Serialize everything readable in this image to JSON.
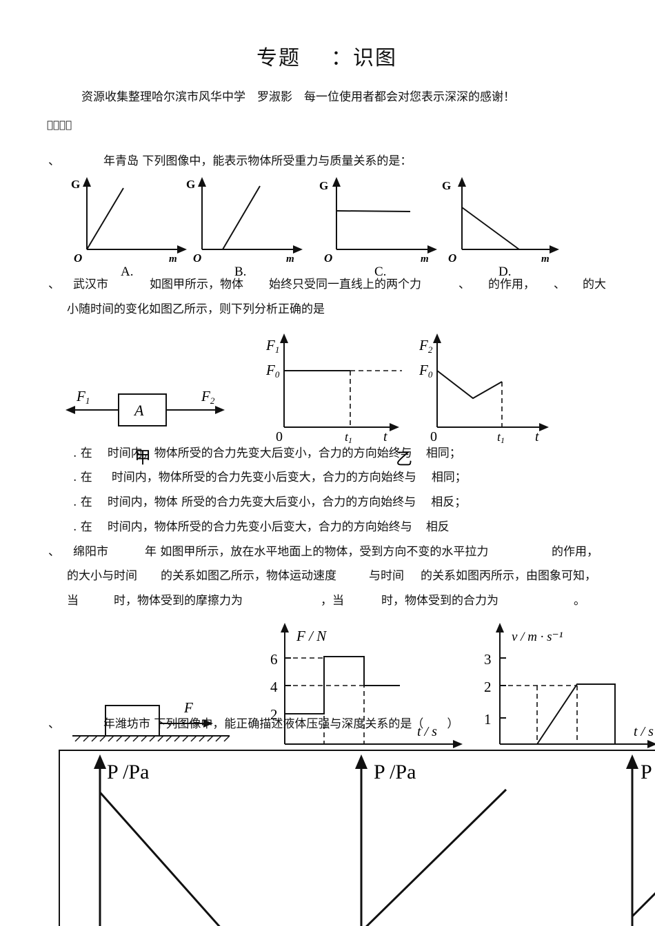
{
  "title": {
    "left": "专题",
    "right": "：识图"
  },
  "credit": "资源收集整理哈尔滨市风华中学　罗淑影　每一位使用者都会对您表示深深的感谢！",
  "section_mark": "􀀀􀀀􀀀􀀀",
  "q1": {
    "num": "、",
    "text": "年青岛  下列图像中，能表示物体所受重力与质量关系的是：",
    "graphs": [
      {
        "y": "G",
        "origin": "O",
        "x": "m",
        "option": "A."
      },
      {
        "y": "G",
        "origin": "O",
        "x": "m",
        "option": "B."
      },
      {
        "y": "G",
        "origin": "O",
        "x": "m",
        "option": "C."
      },
      {
        "y": "G",
        "origin": "O",
        "x": "m",
        "option": "D."
      }
    ]
  },
  "q2": {
    "num": "、",
    "line1": [
      {
        "t": "武汉市"
      },
      {
        "t": "如图甲所示，物体"
      },
      {
        "t": "始终只受同一直线上的两个力"
      },
      {
        "t": "、"
      },
      {
        "t": "的作用，"
      },
      {
        "t": "、"
      },
      {
        "t": "的大"
      }
    ],
    "line2": "小随时间的变化如图乙所示，则下列分析正确的是",
    "fig_jia": {
      "f1": "F",
      "f1sub": "1",
      "f2": "F",
      "f2sub": "2",
      "box": "A",
      "caption": "甲"
    },
    "fig_yi1": {
      "y": "F",
      "ysub": "1",
      "f0": "F",
      "f0sub": "0",
      "origin": "0",
      "t1": "t",
      "t1sub": "1",
      "x": "t"
    },
    "fig_yi2": {
      "y": "F",
      "ysub": "2",
      "f0": "F",
      "f0sub": "0",
      "origin": "0",
      "t1": "t",
      "t1sub": "1",
      "x": "t"
    },
    "caption_yi": "乙",
    "options": [
      {
        "a": ". 在",
        "b": "时间内，物体所受的合力先变大后变小，合力的方向始终与",
        "c": "相同；"
      },
      {
        "a": ". 在",
        "b": "时间内，物体所受的合力先变小后变大，合力的方向始终与",
        "c": "相同；"
      },
      {
        "a": ". 在",
        "b": "时间内，物体  所受的合力先变大后变小，合力的方向始终与",
        "c": "相反；"
      },
      {
        "a": ". 在",
        "b": "时间内，物体所受的合力先变小后变大，合力的方向始终与",
        "c": "相反"
      }
    ]
  },
  "q3": {
    "num": "、",
    "line1": [
      {
        "t": "绵阳市"
      },
      {
        "t": "年  如图甲所示，放在水平地面上的物体，受到方向不变的水平拉力"
      },
      {
        "t": "的作用，"
      }
    ],
    "line2": [
      {
        "t": "的大小与时间"
      },
      {
        "t": "的关系如图乙所示，物体运动速度"
      },
      {
        "t": "与时间"
      },
      {
        "t": "的关系如图丙所示，由图象可知，"
      }
    ],
    "line3": [
      {
        "t": "当"
      },
      {
        "t": "时，物体受到的摩擦力为"
      },
      {
        "t": "，当"
      },
      {
        "t": "时，物体受到的合力为"
      },
      {
        "t": "。"
      }
    ],
    "fig_force": {
      "label": "F"
    },
    "graph_F": {
      "ylabel": "F / N",
      "ticks": [
        "6",
        "4",
        "2"
      ],
      "xlabel": "t / s"
    },
    "graph_v": {
      "ylabel": "v / m · s⁻¹",
      "ticks": [
        "3",
        "2",
        "1"
      ],
      "xlabel": "t / s"
    }
  },
  "q4": {
    "num": "、",
    "text": "年潍坊市  下列图像中，能正确描述液体压强与深度关系的是（　　）",
    "graphs": [
      {
        "y": "P /Pa"
      },
      {
        "y": "P /Pa"
      },
      {
        "y": "P"
      }
    ]
  }
}
